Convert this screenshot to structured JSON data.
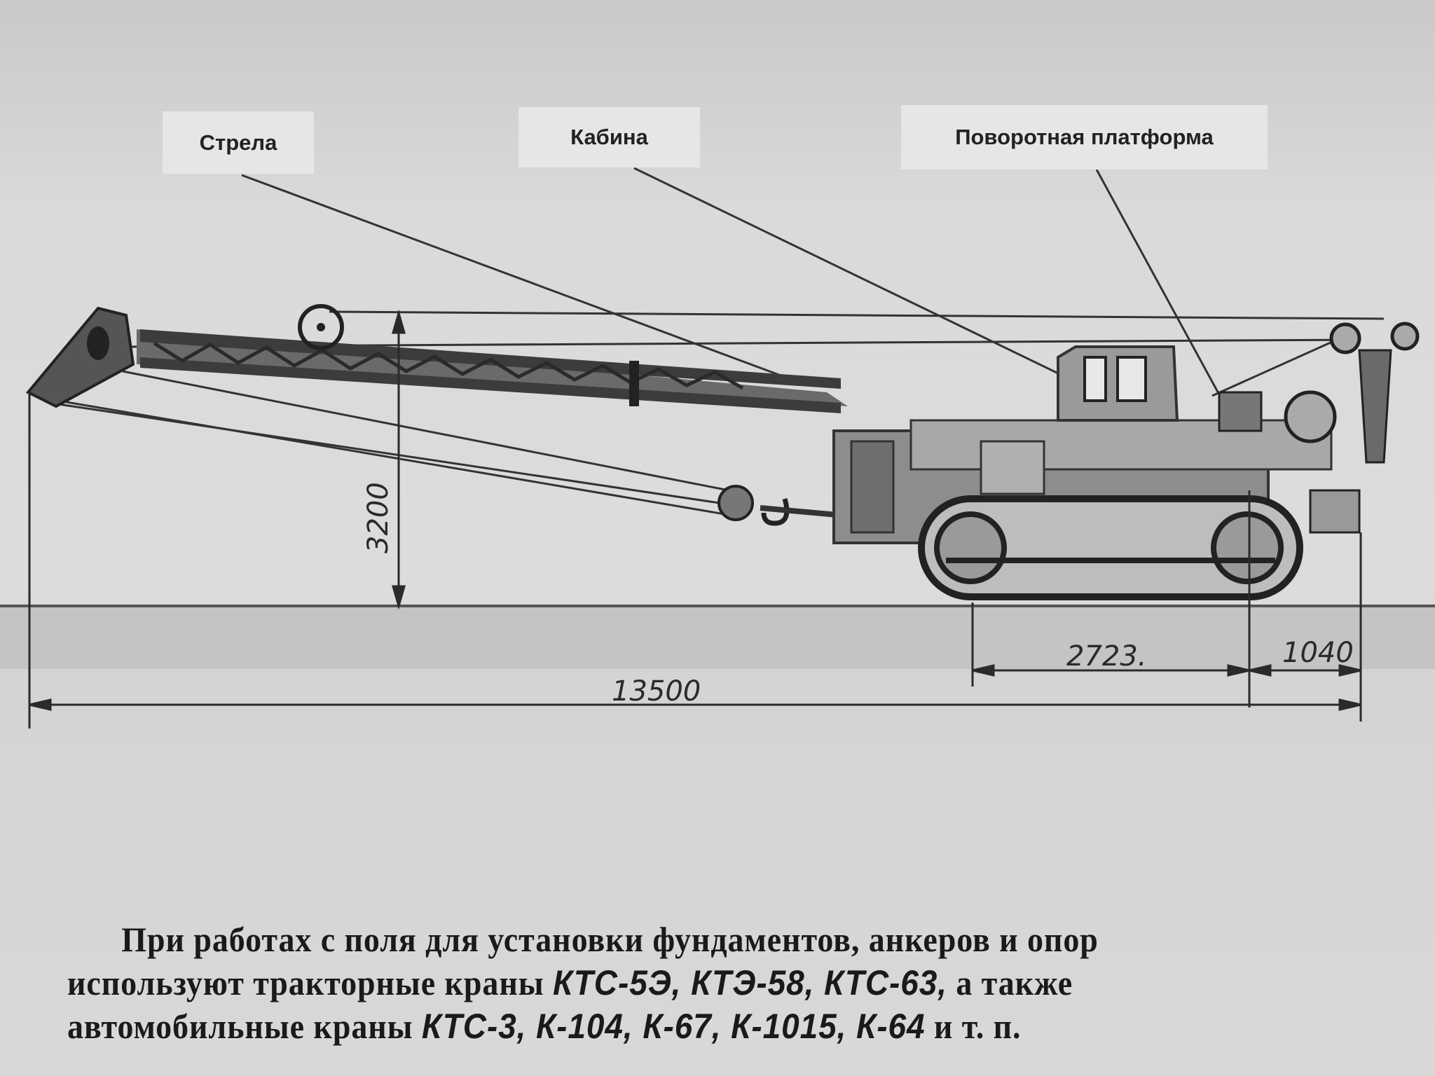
{
  "labels": {
    "boom": "Стрела",
    "cabin": "Кабина",
    "platform": "Поворотная платформа"
  },
  "dimensions": {
    "boom_height": "3200",
    "total_length": "13500",
    "track_base": "2723.",
    "rear_overhang": "1040"
  },
  "caption": {
    "line1": "При работах с поля для установки фундаментов, анкеров и опор",
    "line2_text": "используют тракторные краны",
    "line2_models": "КТС-5Э, КТЭ-58, КТС-63,",
    "line2_end": "а также",
    "line3_text": "автомобильные краны",
    "line3_models": "КТС-3, К-104, К-67, К-1015, К-64",
    "line3_end": "и т. п."
  }
}
